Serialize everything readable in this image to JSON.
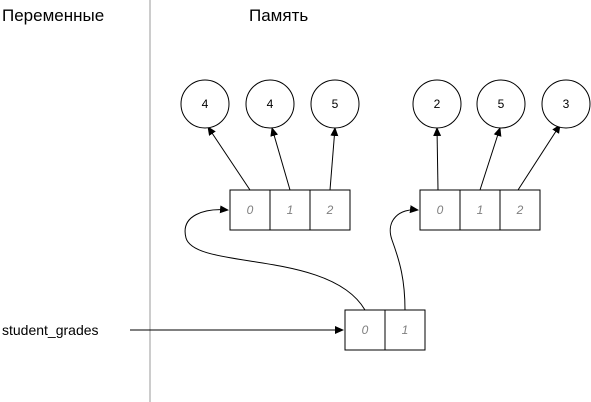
{
  "headers": {
    "variables": "Переменные",
    "memory": "Память"
  },
  "variable": {
    "name": "student_grades"
  },
  "outer_list": {
    "indices": [
      "0",
      "1"
    ]
  },
  "inner_lists": [
    {
      "indices": [
        "0",
        "1",
        "2"
      ],
      "values": [
        "4",
        "4",
        "5"
      ]
    },
    {
      "indices": [
        "0",
        "1",
        "2"
      ],
      "values": [
        "2",
        "5",
        "3"
      ]
    }
  ],
  "colors": {
    "line": "#000000",
    "index_text": "#7f7f7f",
    "divider": "#999999"
  }
}
